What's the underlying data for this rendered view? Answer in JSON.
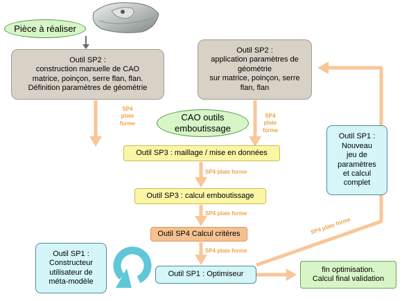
{
  "piece": "Pièce à réaliser",
  "sp2_manual": "Outil SP2 :\nconstruction manuelle de CAO\nmatrice, poinçon, serre flan, flan.\nDéfinition paramètres de géométrie",
  "sp2_apply": "Outil SP2 :\napplication paramètres de\ngéométrie\nsur matrice, poinçon, serre\nflan, flan",
  "cao_outils": "CAO outils\nemboutissage",
  "sp4_left": "SP4\nplate\nforme",
  "sp4_right": "SP4\nplate\nforme",
  "sp3_mesh": "Outil SP3 : maillage / mise en données",
  "sp4_a": "SP4 plate forme",
  "sp3_calc": "Outil SP3 : calcul emboutissage",
  "sp4_b": "SP4 plate forme",
  "sp4_crit": "Outil SP4 Calcul critères",
  "sp4_c": "SP4 plate forme",
  "sp1_opt": "Outil SP1 : Optimiseur",
  "sp1_constructor": "Outil SP1 :\nConstructeur\nutilisateur de\nméta-modèle",
  "sp1_new": "Outil SP1 :\nNouveau\njeu de\nparamètres\net calcul\ncomplet",
  "sp4_diag": "SP4 plate forme",
  "fin": "fin optimisation.\nCalcul final validation",
  "colors": {
    "arrow": "#f9c697",
    "arrow_label": "#f3a14c",
    "cycle": "#5fc7d8"
  }
}
